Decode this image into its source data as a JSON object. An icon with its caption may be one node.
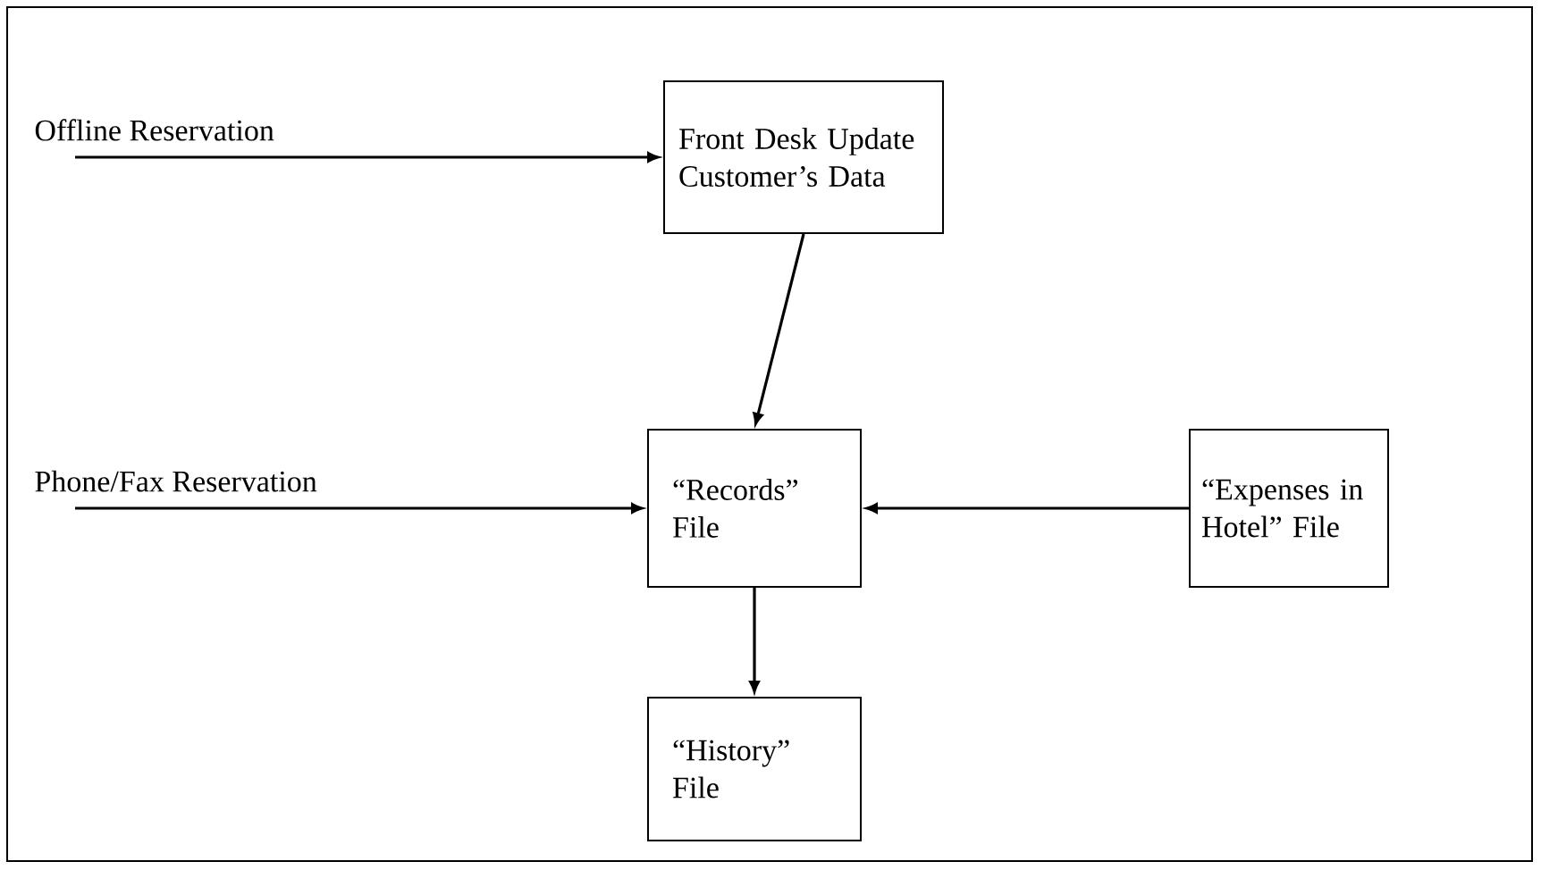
{
  "diagram": {
    "nodes": [
      {
        "text": [
          "Front Desk Update Customer’s Data"
        ]
      },
      {
        "text": [
          "“Records” File"
        ]
      },
      {
        "text": [
          "“Expenses in Hotel” File"
        ]
      },
      {
        "text": [
          "“History” File"
        ]
      }
    ],
    "edges": [
      {
        "from": null,
        "to": 0,
        "arrow": "to",
        "label": "Offline Reservation"
      },
      {
        "from": 0,
        "to": 1,
        "arrow": "to"
      },
      {
        "from": null,
        "to": 1,
        "arrow": "to",
        "label": "Phone/Fax Reservation"
      },
      {
        "from": 2,
        "to": 1,
        "arrow": "to"
      },
      {
        "from": 1,
        "to": 3,
        "arrow": "to"
      }
    ]
  }
}
